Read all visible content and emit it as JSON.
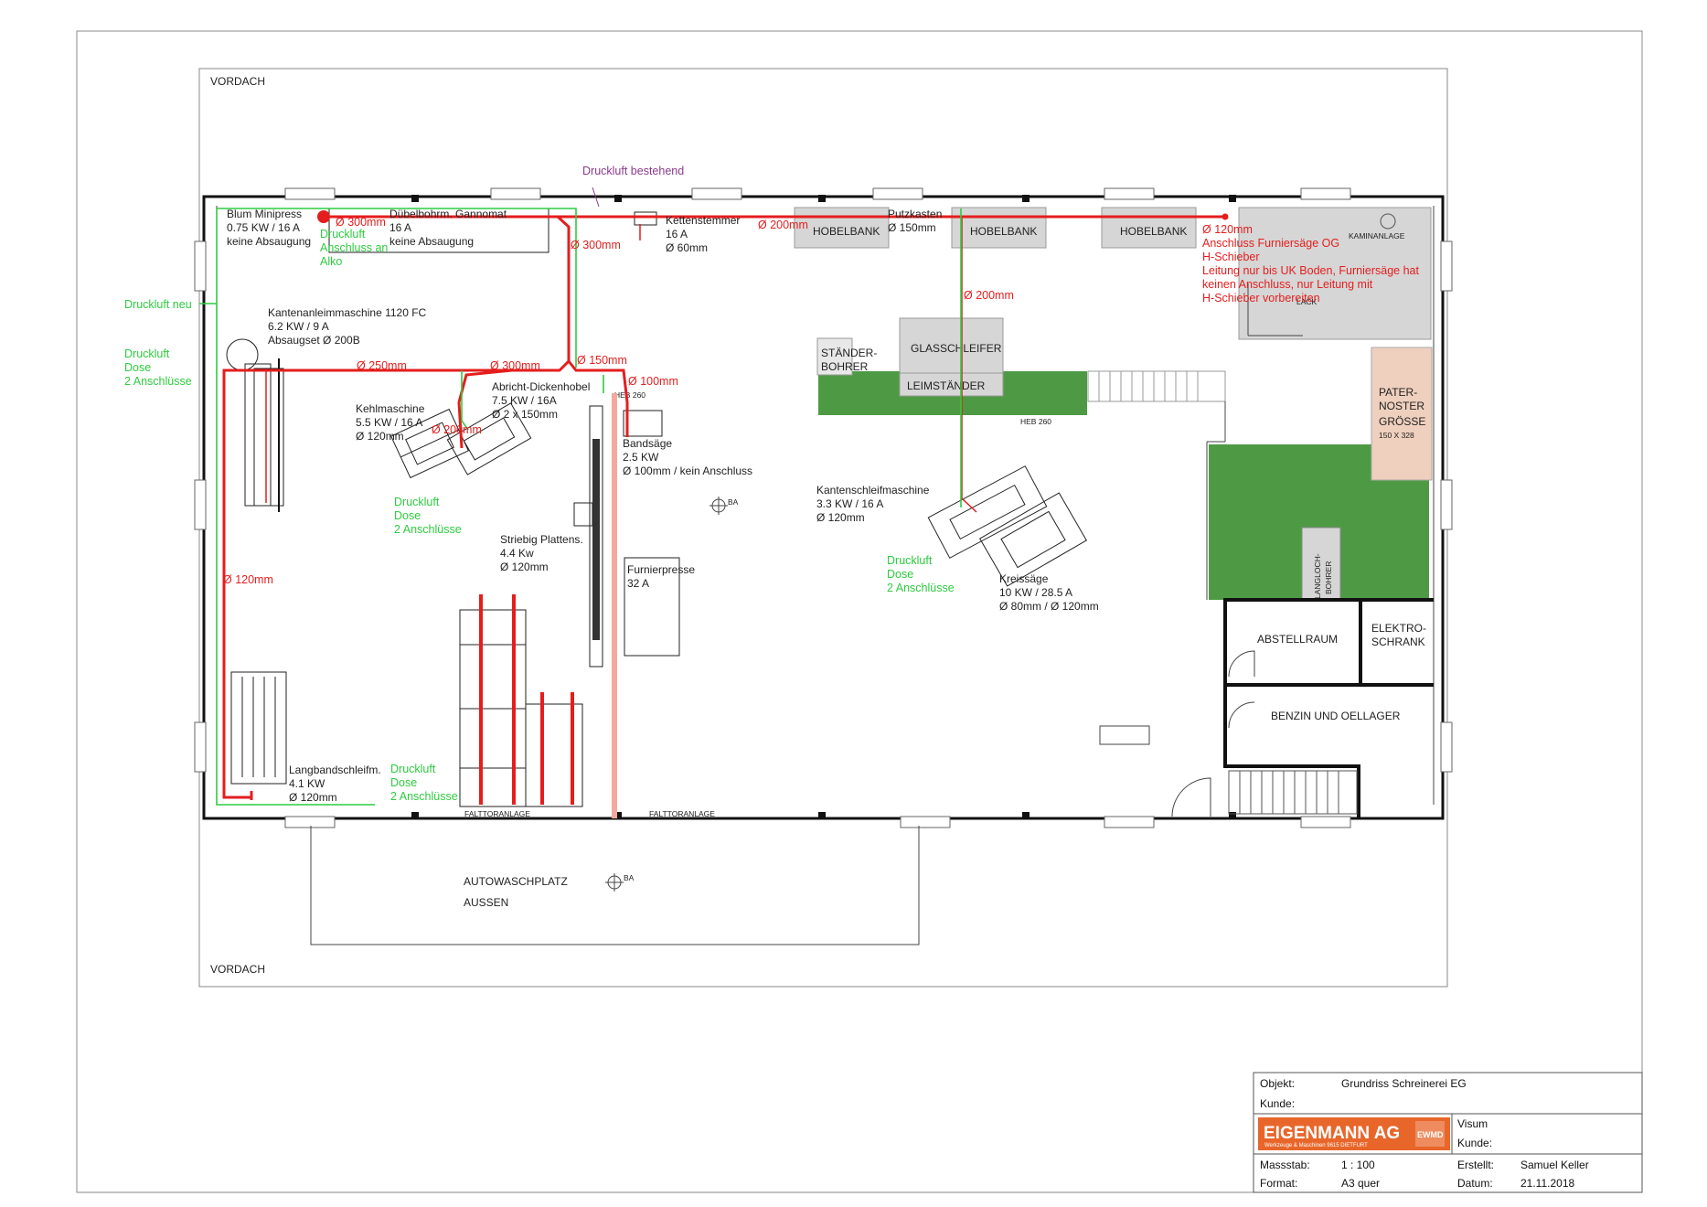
{
  "rooms": {
    "vordach_top": "VORDACH",
    "vordach_bottom": "VORDACH",
    "autowasch_1": "AUTOWASCHPLATZ",
    "autowasch_2": "AUSSEN",
    "falttor_1": "FALTTORANLAGE",
    "falttor_2": "FALTTORANLAGE",
    "abstellraum": "ABSTELLRAUM",
    "elektro_1": "ELEKTRO-",
    "elektro_2": "SCHRANK",
    "benzin": "BENZIN UND OELLAGER",
    "paternoster": [
      "PATER-",
      "NOSTER",
      "GRÖSSE",
      "150 X 328"
    ],
    "langloch": [
      "LANGLOCH-",
      "BOHRER"
    ],
    "hobelbank_1": "HOBELBANK",
    "hobelbank_2": "HOBELBANK",
    "hobelbank_3": "HOBELBANK",
    "glasschleifer": "GLASSCHLEIFER",
    "leimstaender": "LEIMSTÄNDER",
    "staender_1": "STÄNDER-",
    "staender_2": "BOHRER",
    "kaminanlage": "KAMINANLAGE",
    "lack": "LACK",
    "heb_1": "HEB 260",
    "heb_2": "HEB 260",
    "ba_1": "BA",
    "ba_2": "BA"
  },
  "machines": {
    "blum": [
      "Blum Minipress",
      "0.75 KW / 16 A",
      "keine Absaugung"
    ],
    "duebel": [
      "Dübelbohrm. Gannomat",
      "16 A",
      "keine Absaugung"
    ],
    "ketten": [
      "Kettenstemmer",
      "16 A",
      "Ø 60mm"
    ],
    "putzkasten": [
      "Putzkasten",
      "Ø 150mm"
    ],
    "kanten": [
      "Kantenanleimmaschine 1120 FC",
      "6.2 KW / 9 A",
      "Absaugset Ø 200B"
    ],
    "kehl": [
      "Kehlmaschine",
      "5.5 KW / 16 A",
      "Ø 120mm"
    ],
    "abricht": [
      "Abricht-Dickenhobel",
      "7.5 KW / 16A",
      "Ø 2 x 150mm"
    ],
    "band": [
      "Bandsäge",
      "2.5 KW",
      "Ø 100mm / kein Anschluss"
    ],
    "striebig": [
      "Striebig Plattens.",
      "4.4 Kw",
      "Ø 120mm"
    ],
    "furnier": [
      "Furnierpresse",
      "32 A"
    ],
    "kantenschleif": [
      "Kantenschleifmaschine",
      "3.3 KW / 16 A",
      "Ø 120mm"
    ],
    "kreis": [
      "Kreissäge",
      "10 KW / 28.5 A",
      "Ø 80mm / Ø 120mm"
    ],
    "langband": [
      "Langbandschleifm.",
      "4.1 KW",
      "Ø 120mm"
    ]
  },
  "pipes": {
    "d300_a": "Ø 300mm",
    "d300_b": "Ø 300mm",
    "d300_c": "Ø 300mm",
    "d250": "Ø 250mm",
    "d200_a": "Ø 200mm",
    "d200_b": "Ø 200mm",
    "d200_c": "Ø 200mm",
    "d150": "Ø 150mm",
    "d100": "Ø 100mm",
    "d120": "Ø 120mm",
    "note": [
      "Ø 120mm",
      "Anschluss Furniersäge OG",
      "H-Schieber",
      "Leitung nur bis UK Boden, Furniersäge hat",
      "keinen Anschluss, nur Leitung mit",
      "H-Schieber vorbereiten"
    ]
  },
  "air": {
    "bestehend": "Druckluft bestehend",
    "neu": "Druckluft neu",
    "dose_left": [
      "Druckluft",
      "Dose",
      "2 Anschlüsse"
    ],
    "alko": [
      "Druckluft",
      "Anschluss an",
      "Alko"
    ],
    "dose_kehl": [
      "Druckluft",
      "Dose",
      "2 Anschlüsse"
    ],
    "dose_bottom": [
      "Druckluft",
      "Dose",
      "2 Anschlüsse"
    ],
    "dose_right": [
      "Druckluft",
      "Dose",
      "2 Anschlüsse"
    ]
  },
  "title_block": {
    "objekt_label": "Objekt:",
    "objekt_value": "Grundriss Schreinerei EG",
    "kunde_label": "Kunde:",
    "company": "EIGENMANN AG",
    "company_sub": "Werkzeuge & Maschinen    9615 DIETFURT",
    "logo": "EWMD",
    "visum_label": "Visum",
    "kunde2_label": "Kunde:",
    "massstab_label": "Massstab:",
    "massstab_value": "1 : 100",
    "format_label": "Format:",
    "format_value": "A3 quer",
    "erstellt_label": "Erstellt:",
    "erstellt_value": "Samuel Keller",
    "datum_label": "Datum:",
    "datum_value": "21.11.2018"
  },
  "colors": {
    "pipe": "#e41e1e",
    "air": "#2ecc40",
    "green_area": "#4e9a44",
    "paternoster": "#efcfbd",
    "gray_box": "#d6d6d6",
    "brand": "#e8662a"
  }
}
